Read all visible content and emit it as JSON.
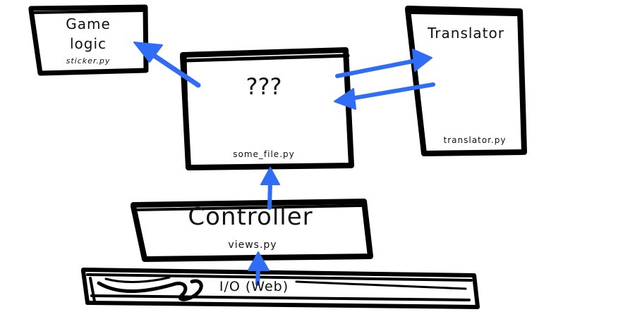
{
  "diagram": {
    "game_logic": {
      "title_line1": "Game",
      "title_line2": "logic",
      "file": "sticker.py"
    },
    "unknown": {
      "title": "???",
      "file": "some_file.py"
    },
    "translator": {
      "title": "Translator",
      "file": "translator.py"
    },
    "controller": {
      "title": "Controller",
      "file": "views.py"
    },
    "io": {
      "title": "I/O (Web)"
    }
  },
  "colors": {
    "stroke": "#000000",
    "arrow": "#2f6df6",
    "text": "#111111"
  }
}
